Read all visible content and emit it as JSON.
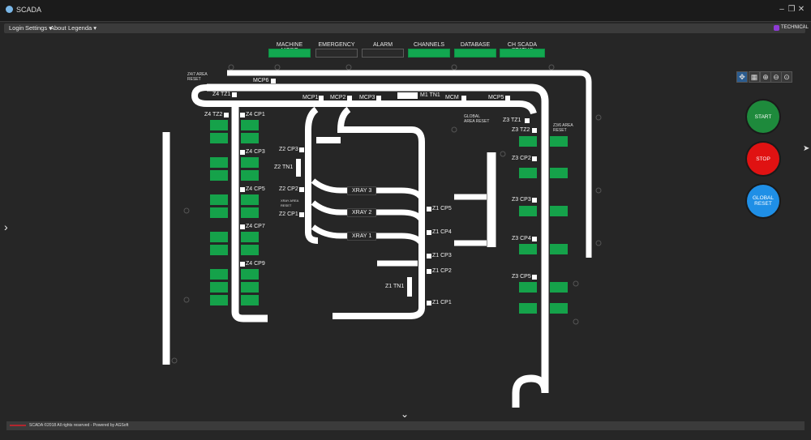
{
  "window": {
    "title": "SCADA"
  },
  "menu": {
    "login": "Login",
    "settings": "Settings",
    "about": "About",
    "legenda": "Legenda",
    "user": "TECHNICAL"
  },
  "status_tabs": [
    "MACHINE MODE",
    "EMERGENCY",
    "ALARM",
    "CHANNELS",
    "DATABASE",
    "CH SCADA STATUS"
  ],
  "status_colors": {
    "ok": "#12a850",
    "inactive": "#2a2a2a"
  },
  "areas": {
    "z47_reset": [
      "Z4/7 AREA",
      "RESET"
    ],
    "global_reset": [
      "GLOBAL",
      "AREA RESET"
    ],
    "z36_reset": [
      "Z3/6 AREA",
      "RESET"
    ],
    "xray_reset": [
      "XRAY AREA",
      "RESET"
    ]
  },
  "labels": {
    "mcp6": "MCP6",
    "z4tz1": "Z4 TZ1",
    "mcp1": "MCP1",
    "mcp2": "MCP2",
    "mcp3": "MCP3",
    "m1tn1": "M1 TN1",
    "mcm": "MCM",
    "mcp5": "MCP5",
    "z4tz2": "Z4 TZ2",
    "z4cp1": "Z4 CP1",
    "z4cp3": "Z4 CP3",
    "z4cp5": "Z4 CP5",
    "z4cp7": "Z4 CP7",
    "z4cp9": "Z4 CP9",
    "z2cp3": "Z2 CP3",
    "z2tn1": "Z2 TN1",
    "z2cp2": "Z2 CP2",
    "z2cp1": "Z2 CP1",
    "xray3": "XRAY 3",
    "xray2": "XRAY 2",
    "xray1": "XRAY 1",
    "z1cp5": "Z1 CP5",
    "z1cp4": "Z1 CP4",
    "z1cp3": "Z1 CP3",
    "z1cp2": "Z1 CP2",
    "z1tn1": "Z1 TN1",
    "z1cp1": "Z1 CP1",
    "z3tz1": "Z3 TZ1",
    "z3tz2": "Z3 TZ2",
    "z3cp2": "Z3 CP2",
    "z3cp3": "Z3 CP3",
    "z3cp4": "Z3 CP4",
    "z3cp5": "Z3 CP5"
  },
  "controls": {
    "start": "START",
    "stop": "STOP",
    "reset": [
      "GLOBAL",
      "RESET"
    ]
  },
  "control_colors": {
    "start": "#1e8a3c",
    "stop": "#e01212",
    "reset": "#1f8fe6"
  },
  "footer": "SCADA ©2018 All rights reserved - Powered by AGSoft"
}
